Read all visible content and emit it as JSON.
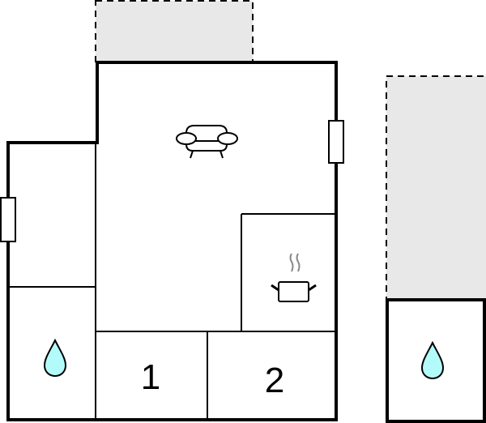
{
  "plan": {
    "colors": {
      "wall": "#000000",
      "terrace_fill": "#e8e8e8",
      "water_fill": "#b3fbfb",
      "steam": "#888888",
      "background": "#ffffff"
    },
    "rooms": [
      {
        "id": "living-room",
        "icon": "sofa-icon"
      },
      {
        "id": "kitchen",
        "icon": "cooking-pot-icon"
      },
      {
        "id": "bathroom-main",
        "icon": "water-drop-icon"
      },
      {
        "id": "bedroom-1",
        "label": "1"
      },
      {
        "id": "bedroom-2",
        "label": "2"
      },
      {
        "id": "hall"
      },
      {
        "id": "annex-bathroom",
        "icon": "water-drop-icon"
      }
    ],
    "terraces": [
      {
        "id": "terrace-top"
      },
      {
        "id": "terrace-annex"
      }
    ],
    "labels": {
      "bedroom_1": "1",
      "bedroom_2": "2"
    }
  }
}
